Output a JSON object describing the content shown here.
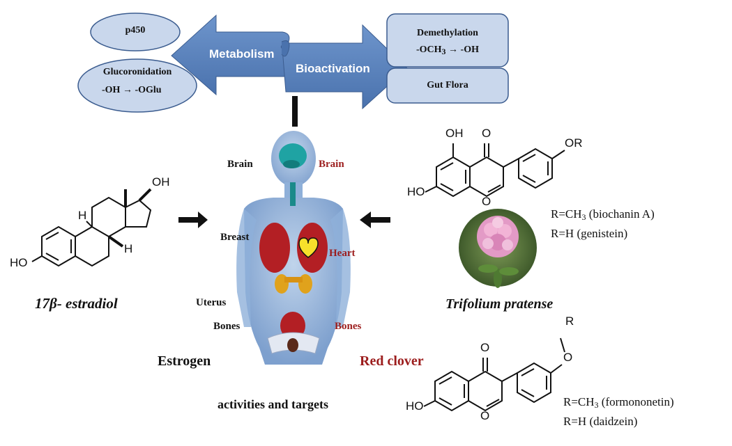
{
  "metabolism": {
    "p450": "p450",
    "glucuronidation_title": "Glucoronidation",
    "glucuronidation_reaction_from": "-OH",
    "glucuronidation_reaction_to": "-OGlu",
    "arrow_label": "Metabolism"
  },
  "bioactivation": {
    "arrow_label": "Bioactivation",
    "demethylation_title": "Demethylation",
    "demethylation_from": "-OCH",
    "demethylation_from_sub": "3",
    "demethylation_to": "-OH",
    "gut_flora": "Gut Flora"
  },
  "estradiol": {
    "name": "17β- estradiol",
    "atoms": {
      "oh_top": "OH",
      "h1": "H",
      "h2": "H",
      "ho": "HO"
    }
  },
  "body_targets": {
    "left_brain": "Brain",
    "left_breast": "Breast",
    "left_uterus": "Uterus",
    "left_bones": "Bones",
    "right_brain": "Brain",
    "right_heart": "Heart",
    "right_bones": "Bones"
  },
  "footer": {
    "estrogen": "Estrogen",
    "red_clover": "Red clover",
    "activities": "activities and targets"
  },
  "isoflavone_top": {
    "atoms": {
      "oh": "OH",
      "o_carbonyl": "O",
      "or": "OR",
      "ho": "HO",
      "o_ring": "O"
    },
    "r1_prefix": "R=CH",
    "r1_sub": "3",
    "r1_suffix": " (biochanin A)",
    "r2": "R=H (genistein)"
  },
  "plant": {
    "name": "Trifolium pratense"
  },
  "isoflavone_bottom": {
    "atoms": {
      "r": "R",
      "o_ether": "O",
      "o_carbonyl": "O",
      "ho": "HO",
      "o_ring": "O"
    },
    "r1_prefix": "R=CH",
    "r1_sub": "3",
    "r1_suffix": " (formononetin)",
    "r2": "R=H (daidzein)"
  },
  "colors": {
    "box_fill": "#c9d7ec",
    "box_stroke": "#3b5c8f",
    "arrow_fill": "#5b84bf",
    "target_red": "#9c1d1d",
    "body_blue": "#7a9fcf"
  }
}
